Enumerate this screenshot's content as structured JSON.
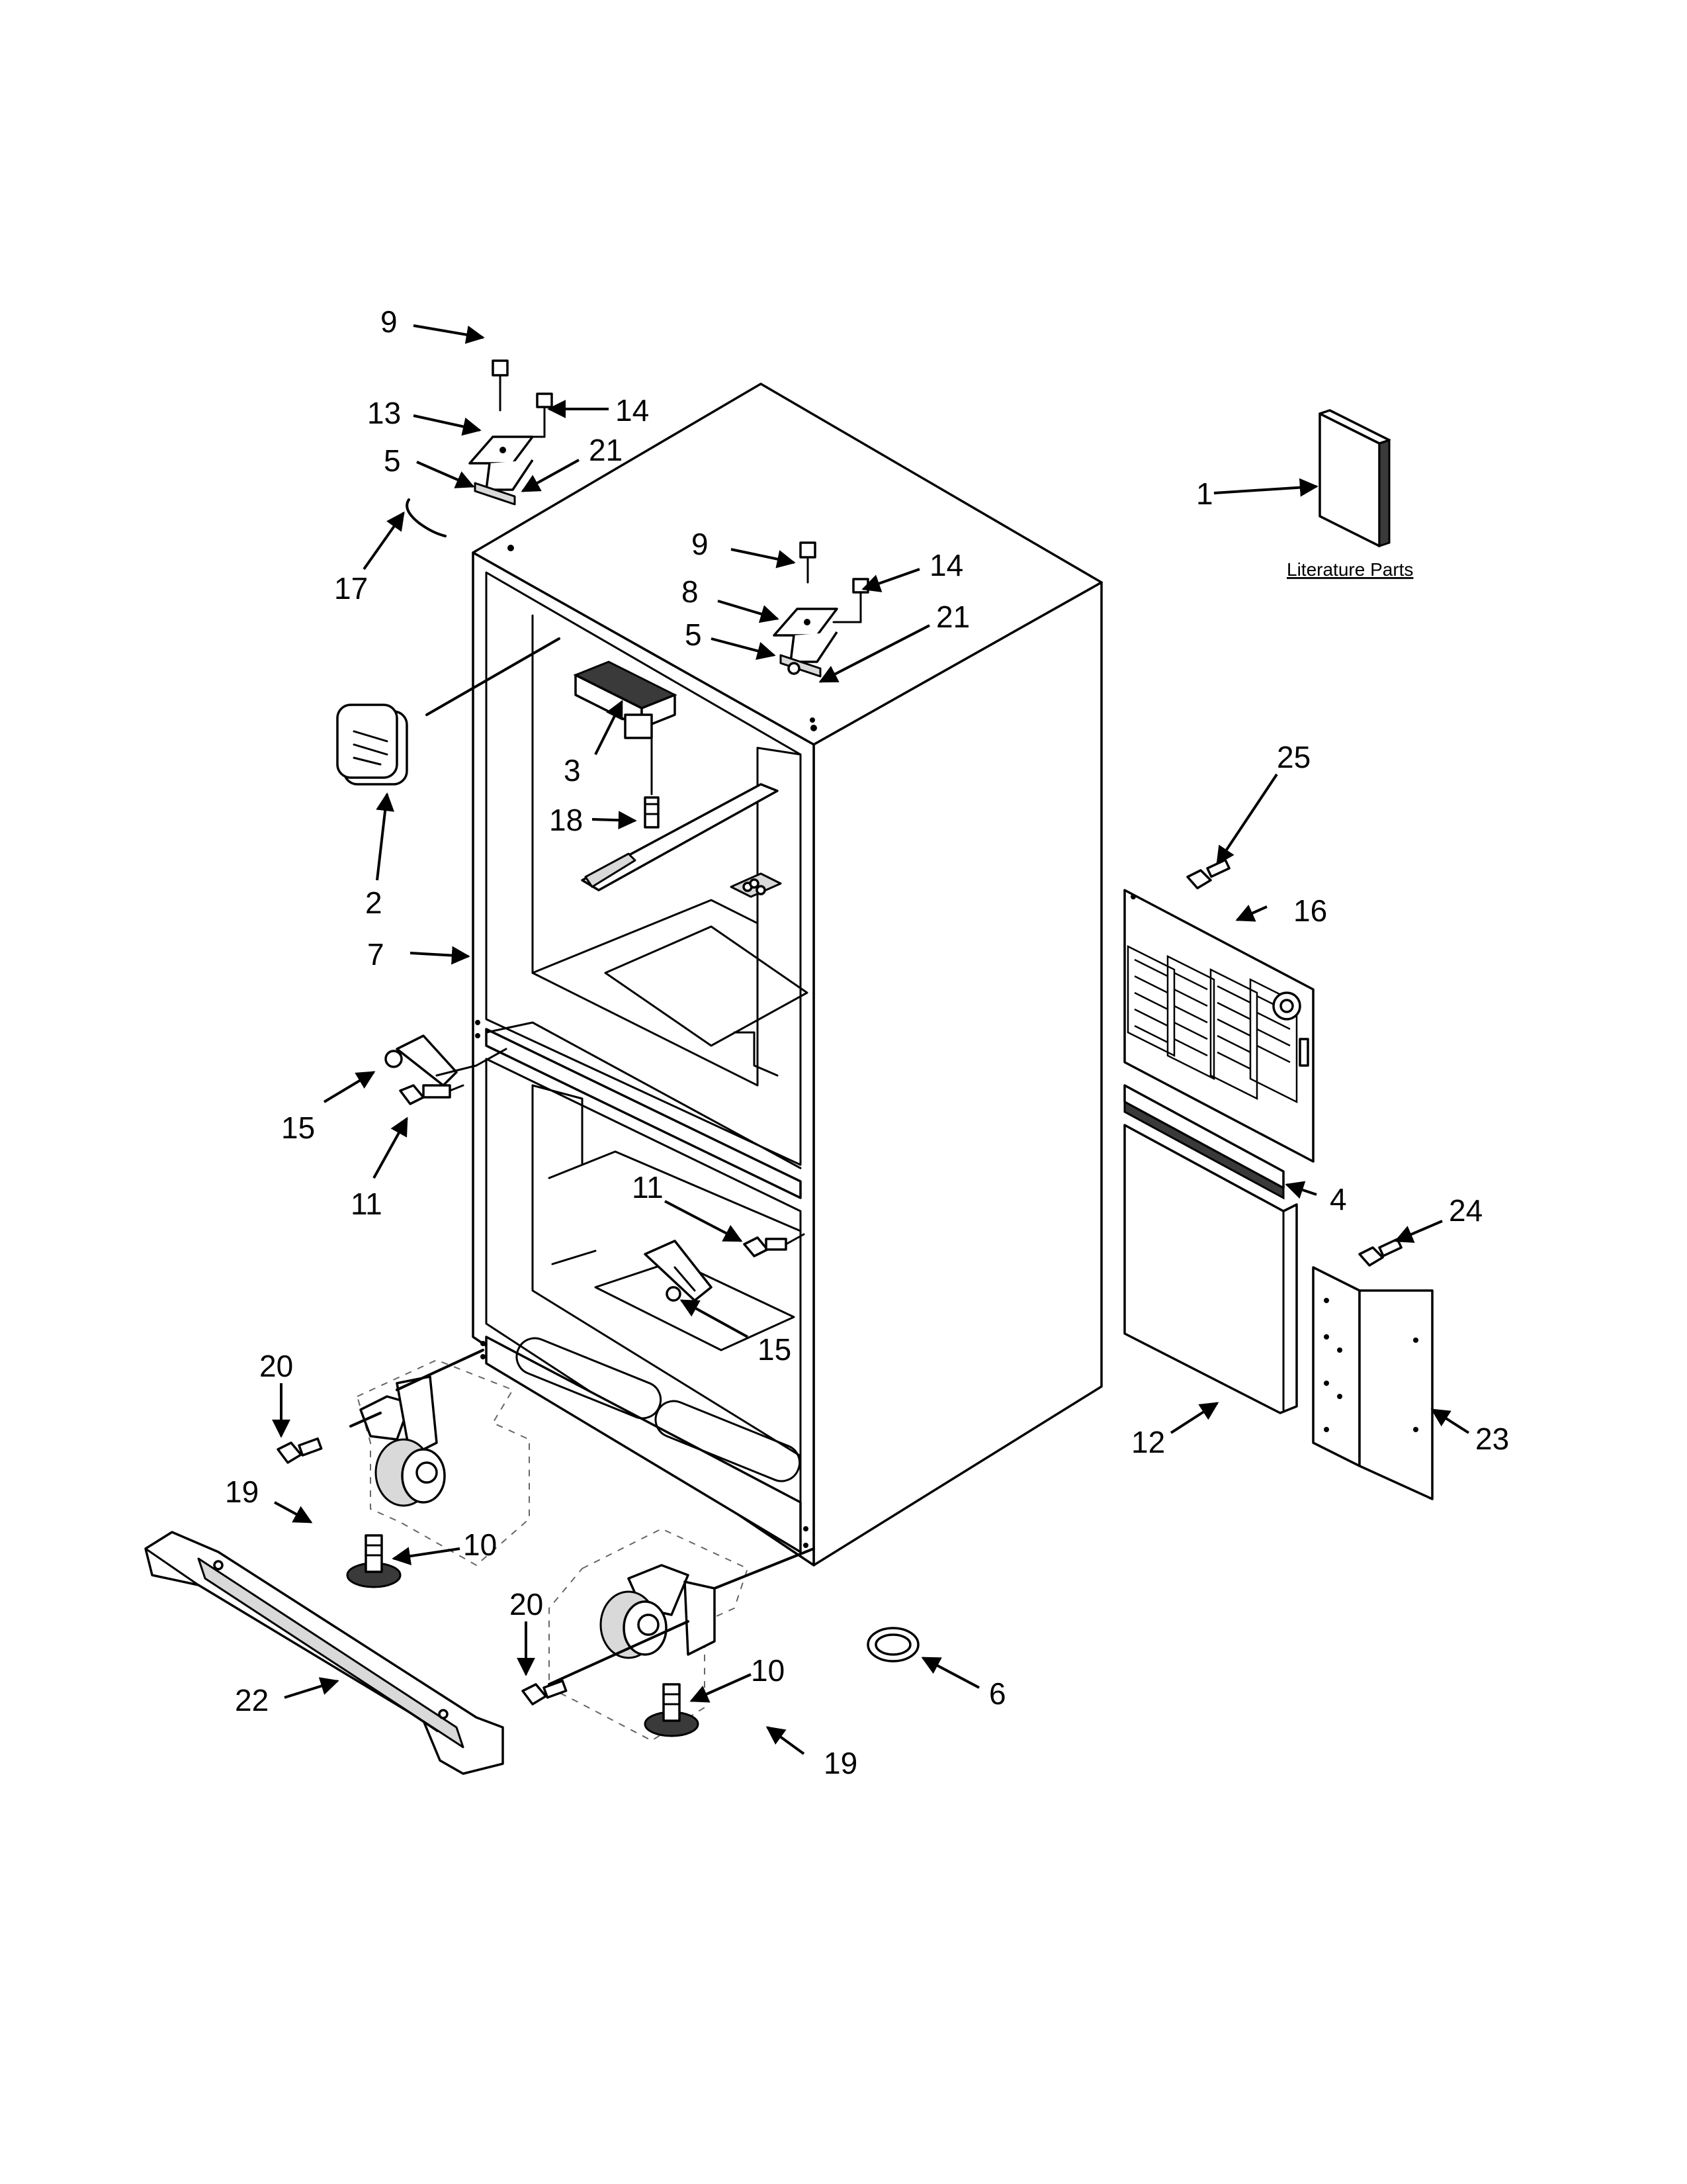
{
  "diagram": {
    "literature_label": "Literature Parts",
    "callouts": {
      "c1": "1",
      "c2": "2",
      "c3": "3",
      "c4": "4",
      "c5a": "5",
      "c5b": "5",
      "c6": "6",
      "c7": "7",
      "c8": "8",
      "c9a": "9",
      "c9b": "9",
      "c10a": "10",
      "c10b": "10",
      "c11a": "11",
      "c11b": "11",
      "c12": "12",
      "c13": "13",
      "c14a": "14",
      "c14b": "14",
      "c15a": "15",
      "c15b": "15",
      "c16": "16",
      "c17": "17",
      "c18": "18",
      "c19a": "19",
      "c19b": "19",
      "c20a": "20",
      "c20b": "20",
      "c21a": "21",
      "c21b": "21",
      "c22": "22",
      "c23": "23",
      "c24": "24",
      "c25": "25"
    }
  }
}
